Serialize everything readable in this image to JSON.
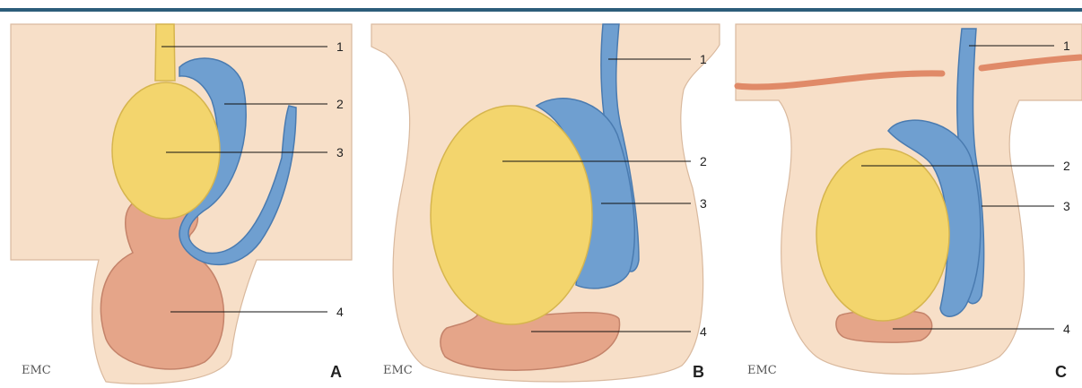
{
  "colors": {
    "rule": "#2c5d7a",
    "skin": "#f7dfc8",
    "skin_edge": "#d9b99e",
    "testis": "#f3d56d",
    "testis_edge": "#d6b54e",
    "epididymis": "#6f9fd0",
    "epididymis_edge": "#4a7bb0",
    "sac": "#e5a589",
    "sac_edge": "#c4836a",
    "peritoneum": "#e08a68"
  },
  "logo": "EMC",
  "panels": [
    {
      "letter": "A",
      "labels": [
        "1",
        "2",
        "3",
        "4"
      ]
    },
    {
      "letter": "B",
      "labels": [
        "1",
        "2",
        "3",
        "4"
      ]
    },
    {
      "letter": "C",
      "labels": [
        "1",
        "2",
        "3",
        "4"
      ]
    }
  ]
}
